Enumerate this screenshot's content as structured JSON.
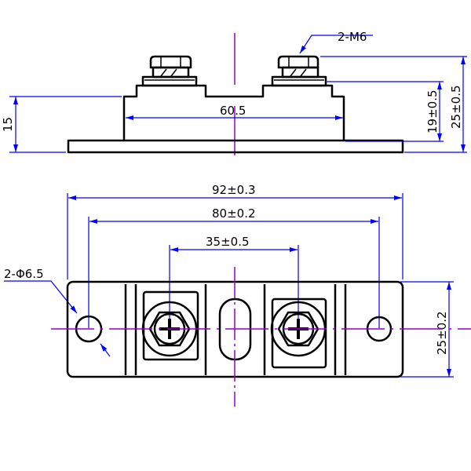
{
  "top_view": {
    "thread_label": "2-M6",
    "width_label": "60.5",
    "base_height_label": "15",
    "body_height_label": "19±0.5",
    "total_height_label": "25±0.5"
  },
  "bottom_view": {
    "hole_label": "2-Φ6.5",
    "overall_length_label": "92±0.3",
    "hole_pitch_label": "80±0.2",
    "terminal_pitch_label": "35±0.5",
    "width_label": "25±0.2"
  },
  "colors": {
    "outline": "#000000",
    "dimension": "#0000ff",
    "centerline": "#9900cc"
  }
}
